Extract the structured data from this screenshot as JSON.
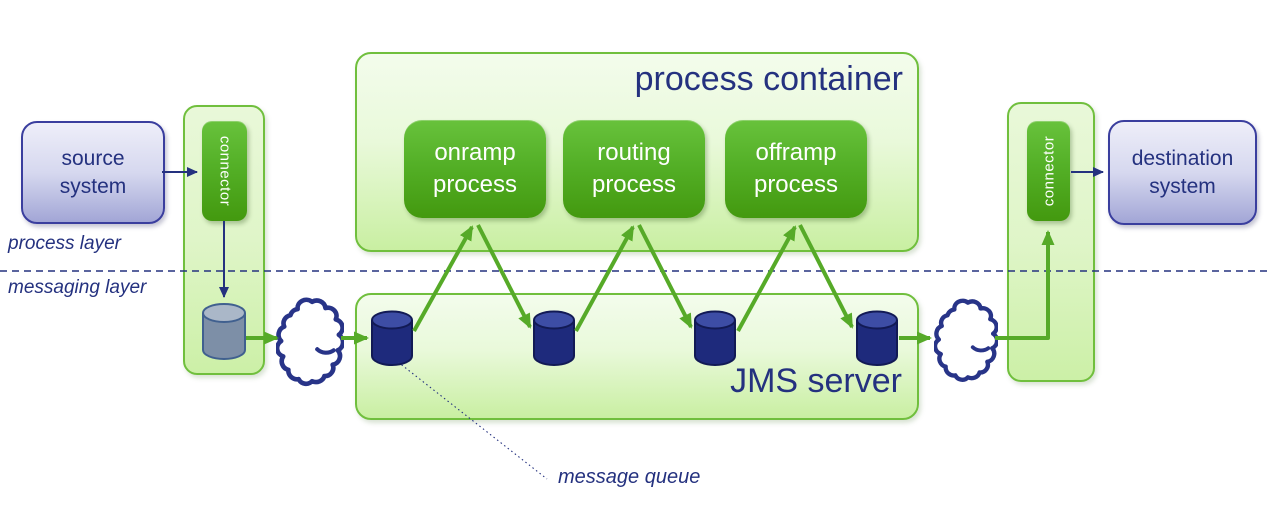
{
  "diagram": {
    "source_system_label": "source system",
    "destination_system_label": "destination system",
    "connector_left_label": "connector",
    "connector_right_label": "connector",
    "process_container_title": "process container",
    "processes": [
      {
        "label": "onramp process"
      },
      {
        "label": "routing process"
      },
      {
        "label": "offramp process"
      }
    ],
    "jms_server_title": "JMS server",
    "process_layer_label": "process layer",
    "messaging_layer_label": "messaging layer",
    "message_queue_label": "message queue"
  },
  "colors": {
    "navy_text": "#24317f",
    "green_connector_line": "#56aa28",
    "process_box_green_top": "#68c23c",
    "process_box_green_bottom": "#43990f",
    "container_border_green": "#70bf3d",
    "container_fill_light": "#f3fcec",
    "container_fill_dark": "#c9efa2",
    "system_box_border": "#3a3e9e",
    "system_box_fill_bottom": "#a2a6d6",
    "message_queue_cylinder": "#1e2a7c",
    "message_queue_cylinder_top": "#3d4da5",
    "staging_cylinder": "#7d8fa7",
    "cloud_outline": "#283488"
  }
}
